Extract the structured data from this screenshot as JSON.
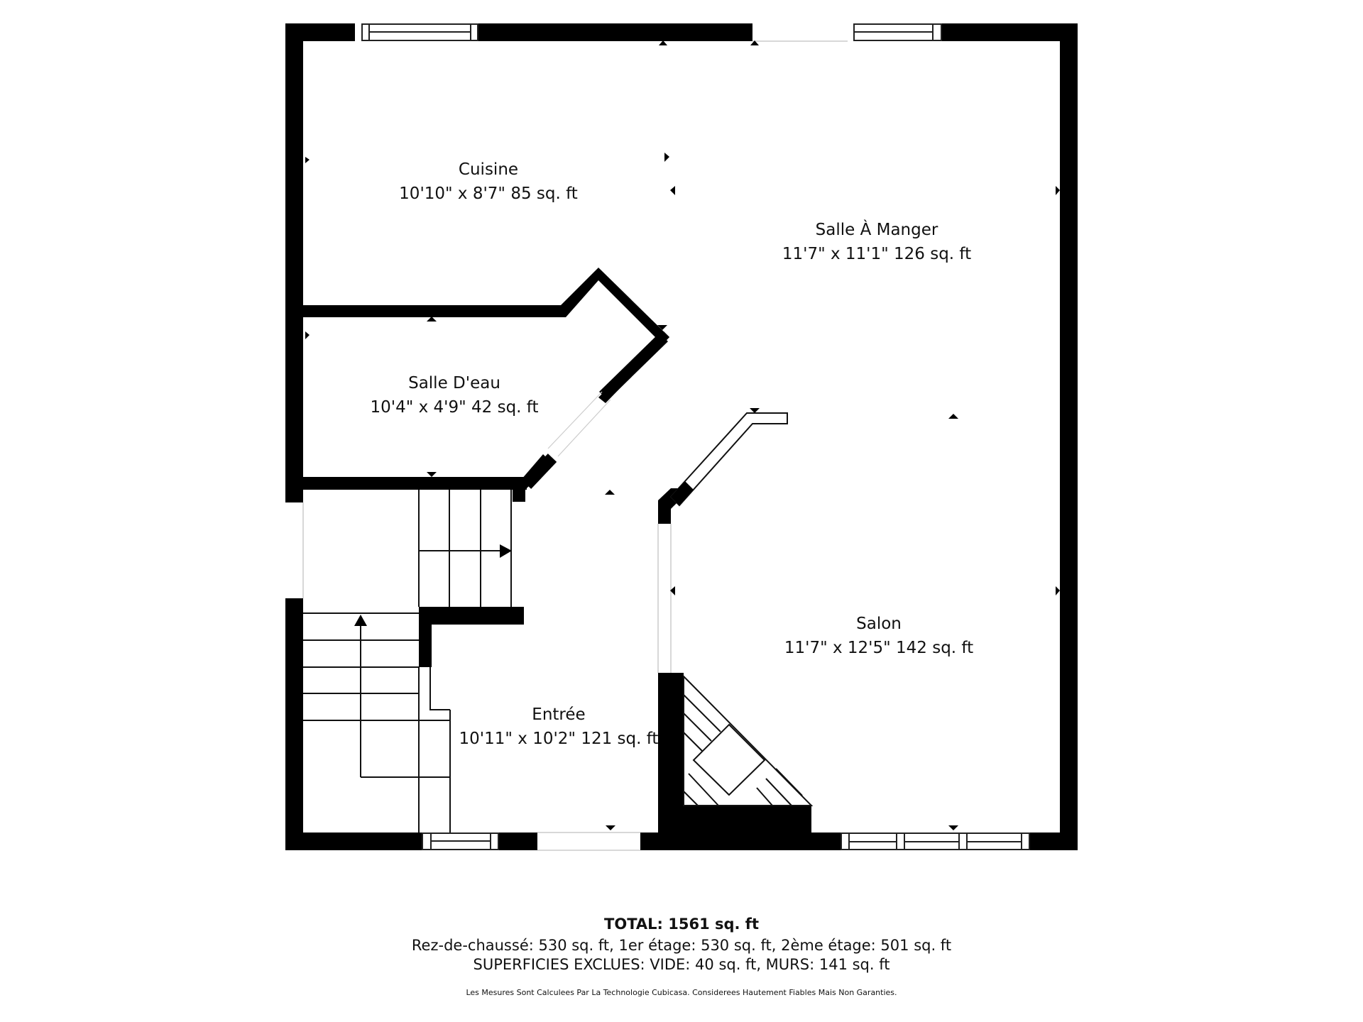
{
  "plan": {
    "wall_color": "#000000",
    "background_color": "#ffffff",
    "rooms": [
      {
        "name": "Cuisine",
        "dimensions": "10'10\" x 8'7\" 85 sq. ft"
      },
      {
        "name": "Salle À Manger",
        "dimensions": "11'7\" x 11'1\" 126 sq. ft"
      },
      {
        "name": "Salle D'eau",
        "dimensions": "10'4\" x 4'9\" 42 sq. ft"
      },
      {
        "name": "Salon",
        "dimensions": "11'7\" x 12'5\" 142 sq. ft"
      },
      {
        "name": "Entrée",
        "dimensions": "10'11\" x 10'2\" 121 sq. ft"
      }
    ],
    "icons": [
      "stairs-arrow-up-icon",
      "stairs-arrow-right-icon",
      "fireplace-icon",
      "window-icon",
      "door-opening-icon",
      "dimension-marker-icon"
    ]
  },
  "summary": {
    "total": "TOTAL: 1561 sq. ft",
    "levels": "Rez-de-chaussé: 530 sq. ft, 1er étage: 530 sq. ft, 2ème étage: 501 sq. ft",
    "excluded": "SUPERFICIES EXCLUES: VIDE: 40 sq. ft, MURS: 141 sq. ft",
    "disclaimer": "Les Mesures Sont Calculees Par La Technologie Cubicasa. Considerees Hautement Fiables Mais Non Garanties."
  }
}
